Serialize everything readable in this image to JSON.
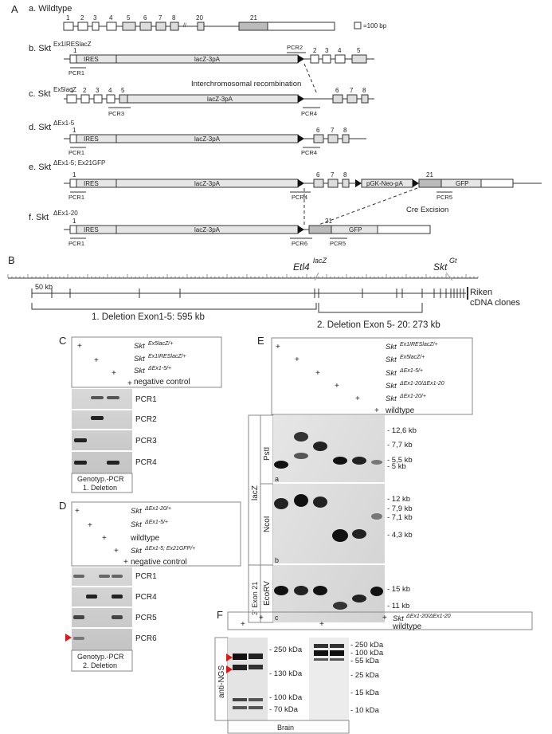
{
  "panels": {
    "A": "A",
    "B": "B",
    "C": "C",
    "D": "D",
    "E": "E",
    "F": "F"
  },
  "panelA": {
    "alleles": [
      {
        "label": "a. Wildtype"
      },
      {
        "label": "b. Skt",
        "sup": "Ex1IRESlacZ"
      },
      {
        "label": "c. Skt",
        "sup": "Ex5lacZ"
      },
      {
        "label": "d. Skt",
        "sup": "ΔEx1-5"
      },
      {
        "label": "e. Skt",
        "sup": "ΔEx1-5; Ex21GFP"
      },
      {
        "label": "f. Skt",
        "sup": "ΔEx1-20"
      }
    ],
    "wt_exons": [
      "1",
      "2",
      "3",
      "4",
      "5",
      "6",
      "7",
      "8",
      "20",
      "21"
    ],
    "scale": "=100 bp",
    "ires": "IRES",
    "lacz": "lacZ-3pA",
    "pgk": "pGK-Neo-pA",
    "gfp": "GFP",
    "pcr": [
      "PCR1",
      "PCR2",
      "PCR3",
      "PCR4",
      "PCR5",
      "PCR6"
    ],
    "interchromosomal": "Interchromosomal recombination",
    "cre": "Cre Excision",
    "exons_b": [
      "1",
      "2",
      "3",
      "4",
      "5"
    ],
    "exons_c": [
      "1",
      "2",
      "3",
      "4",
      "5",
      "6",
      "7",
      "8"
    ],
    "exons_d": [
      "1",
      "6",
      "7",
      "8"
    ],
    "exons_e": [
      "1",
      "6",
      "7",
      "8",
      "21"
    ],
    "exons_f": [
      "1",
      "21"
    ]
  },
  "panelB": {
    "scale": "50 kb",
    "etl4": "Etl4",
    "etl4_sup": "lacZ",
    "skt": "Skt",
    "skt_sup": "Gt",
    "riken1": "Riken",
    "riken2": "cDNA clones",
    "deletion1": "1. Deletion Exon1-5: 595 kb",
    "deletion2": "2. Deletion Exon 5- 20: 273 kb"
  },
  "panelC": {
    "genotypes": [
      {
        "base": "Skt",
        "sup": "Ex5lacZ/+"
      },
      {
        "base": "Skt",
        "sup": "Ex1IRESlacZ/+"
      },
      {
        "base": "Skt",
        "sup": "ΔEx1-5/+"
      },
      {
        "base": "negative control",
        "sup": ""
      }
    ],
    "plus": "+",
    "rows": [
      "PCR1",
      "PCR2",
      "PCR3",
      "PCR4"
    ],
    "caption1": "Genotyp.-PCR",
    "caption2": "1. Deletion"
  },
  "panelD": {
    "genotypes": [
      {
        "base": "Skt",
        "sup": "ΔEx1-20/+"
      },
      {
        "base": "Skt",
        "sup": "ΔEx1-5/+"
      },
      {
        "base": "wildtype",
        "sup": ""
      },
      {
        "base": "Skt",
        "sup": "ΔEx1-5; Ex21GFP/+"
      },
      {
        "base": "negative control",
        "sup": ""
      }
    ],
    "rows": [
      "PCR1",
      "PCR4",
      "PCR5",
      "PCR6"
    ],
    "caption1": "Genotyp.-PCR",
    "caption2": "2. Deletion"
  },
  "panelE": {
    "genotypes": [
      {
        "base": "Skt",
        "sup": "Ex1IRESlacZ/+"
      },
      {
        "base": "Skt",
        "sup": "Ex5lacZ/+"
      },
      {
        "base": "Skt",
        "sup": "ΔEx1-5/+"
      },
      {
        "base": "Skt",
        "sup": "ΔEx1-20/ΔEx1-20"
      },
      {
        "base": "Skt",
        "sup": "ΔEx1-20/+"
      },
      {
        "base": "wildtype",
        "sup": ""
      }
    ],
    "probe1": "lacZ",
    "probe2": "3' Exon 21",
    "enzymes": [
      "PstI",
      "NcoI",
      "EcoRV"
    ],
    "sublabels": [
      "a",
      "b",
      "c"
    ],
    "sizesA": [
      "- 12,6  kb",
      "- 7,7  kb",
      "- 5,5  kb",
      "- 5 kb"
    ],
    "sizesB": [
      "- 12  kb",
      "- 7,9  kb",
      "- 7,1  kb",
      "- 4,3  kb"
    ],
    "sizesC": [
      "- 15 kb",
      "- 11 kb"
    ]
  },
  "panelF": {
    "genotype1_base": "Skt",
    "genotype1_sup": "ΔEx1-20/ΔEx1-20",
    "genotype2": "wildtype",
    "antibody": "anti-NGS",
    "sizesLeft": [
      "- 250 kDa",
      "- 130 kDa",
      "- 100 kDa",
      "- 70 kDa"
    ],
    "sizesRight": [
      "- 250 kDa",
      "- 100 kDa",
      "- 55 kDa",
      "- 25 kDa",
      "- 15 kDa",
      "- 10 kDa"
    ],
    "tissue": "Brain"
  }
}
